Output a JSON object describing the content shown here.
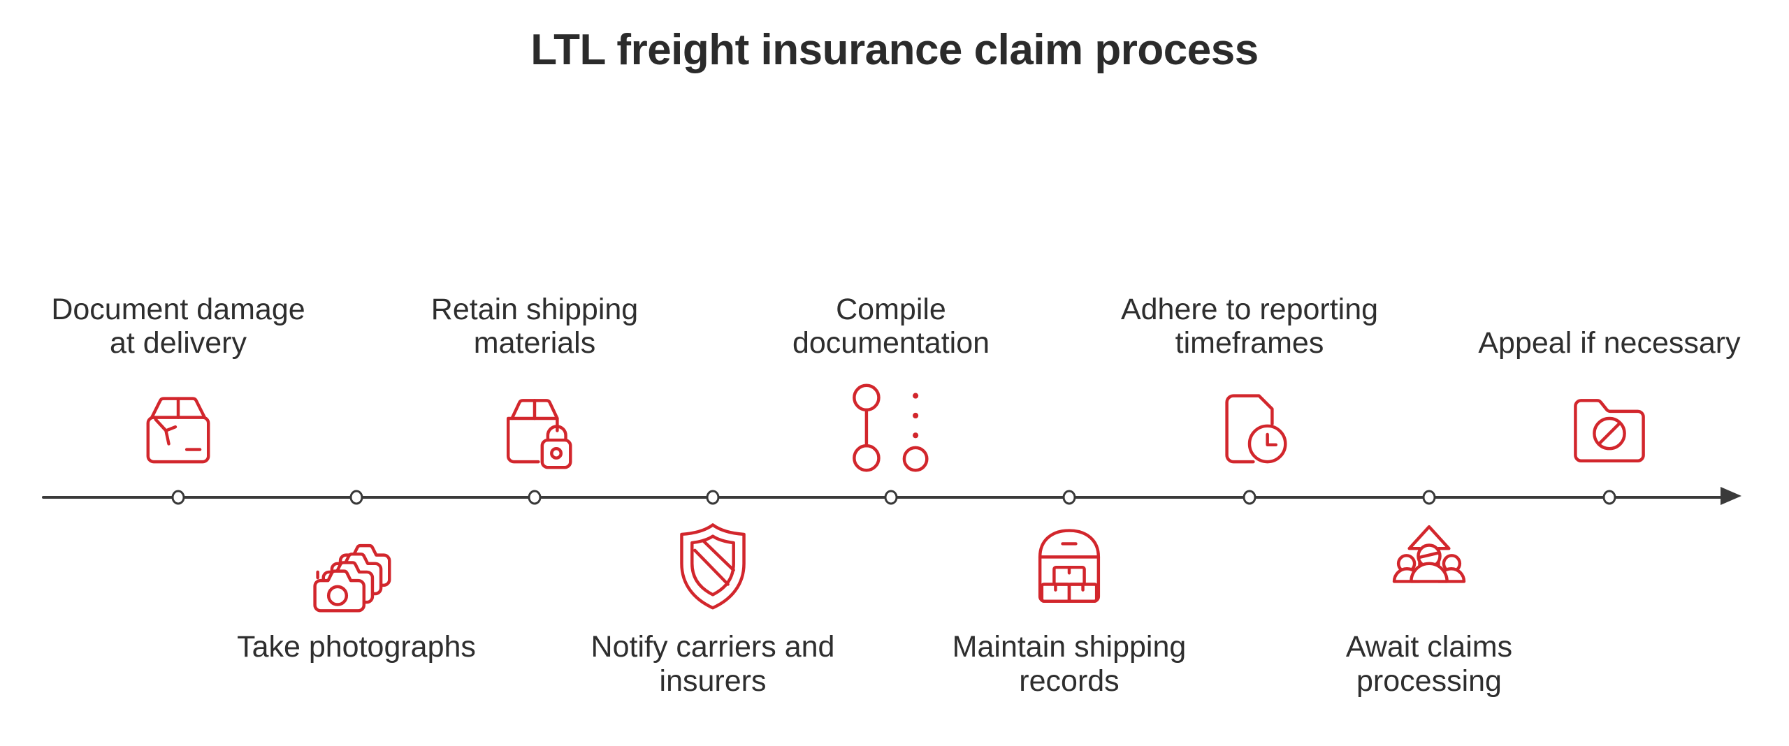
{
  "title": "LTL freight insurance claim process",
  "colors": {
    "accent": "#d2262c",
    "text": "#2e2e2e",
    "timeline": "#3a3a3a"
  },
  "timeline": {
    "direction": "left-to-right",
    "node_count": 9
  },
  "steps": [
    {
      "label": "Document damage\nat delivery",
      "position": "above",
      "icon": "damaged-box-icon"
    },
    {
      "label": "Take photographs",
      "position": "below",
      "icon": "camera-stack-icon"
    },
    {
      "label": "Retain shipping\nmaterials",
      "position": "above",
      "icon": "box-lock-icon"
    },
    {
      "label": "Notify carriers and\ninsurers",
      "position": "below",
      "icon": "shield-stripes-icon"
    },
    {
      "label": "Compile\ndocumentation",
      "position": "above",
      "icon": "linked-circles-icon"
    },
    {
      "label": "Maintain shipping\nrecords",
      "position": "below",
      "icon": "warehouse-boxes-icon"
    },
    {
      "label": "Adhere to reporting\ntimeframes",
      "position": "above",
      "icon": "document-clock-icon"
    },
    {
      "label": "Await claims\nprocessing",
      "position": "below",
      "icon": "people-up-arrow-icon"
    },
    {
      "label": "Appeal if necessary",
      "position": "above",
      "icon": "folder-blocked-icon"
    }
  ]
}
